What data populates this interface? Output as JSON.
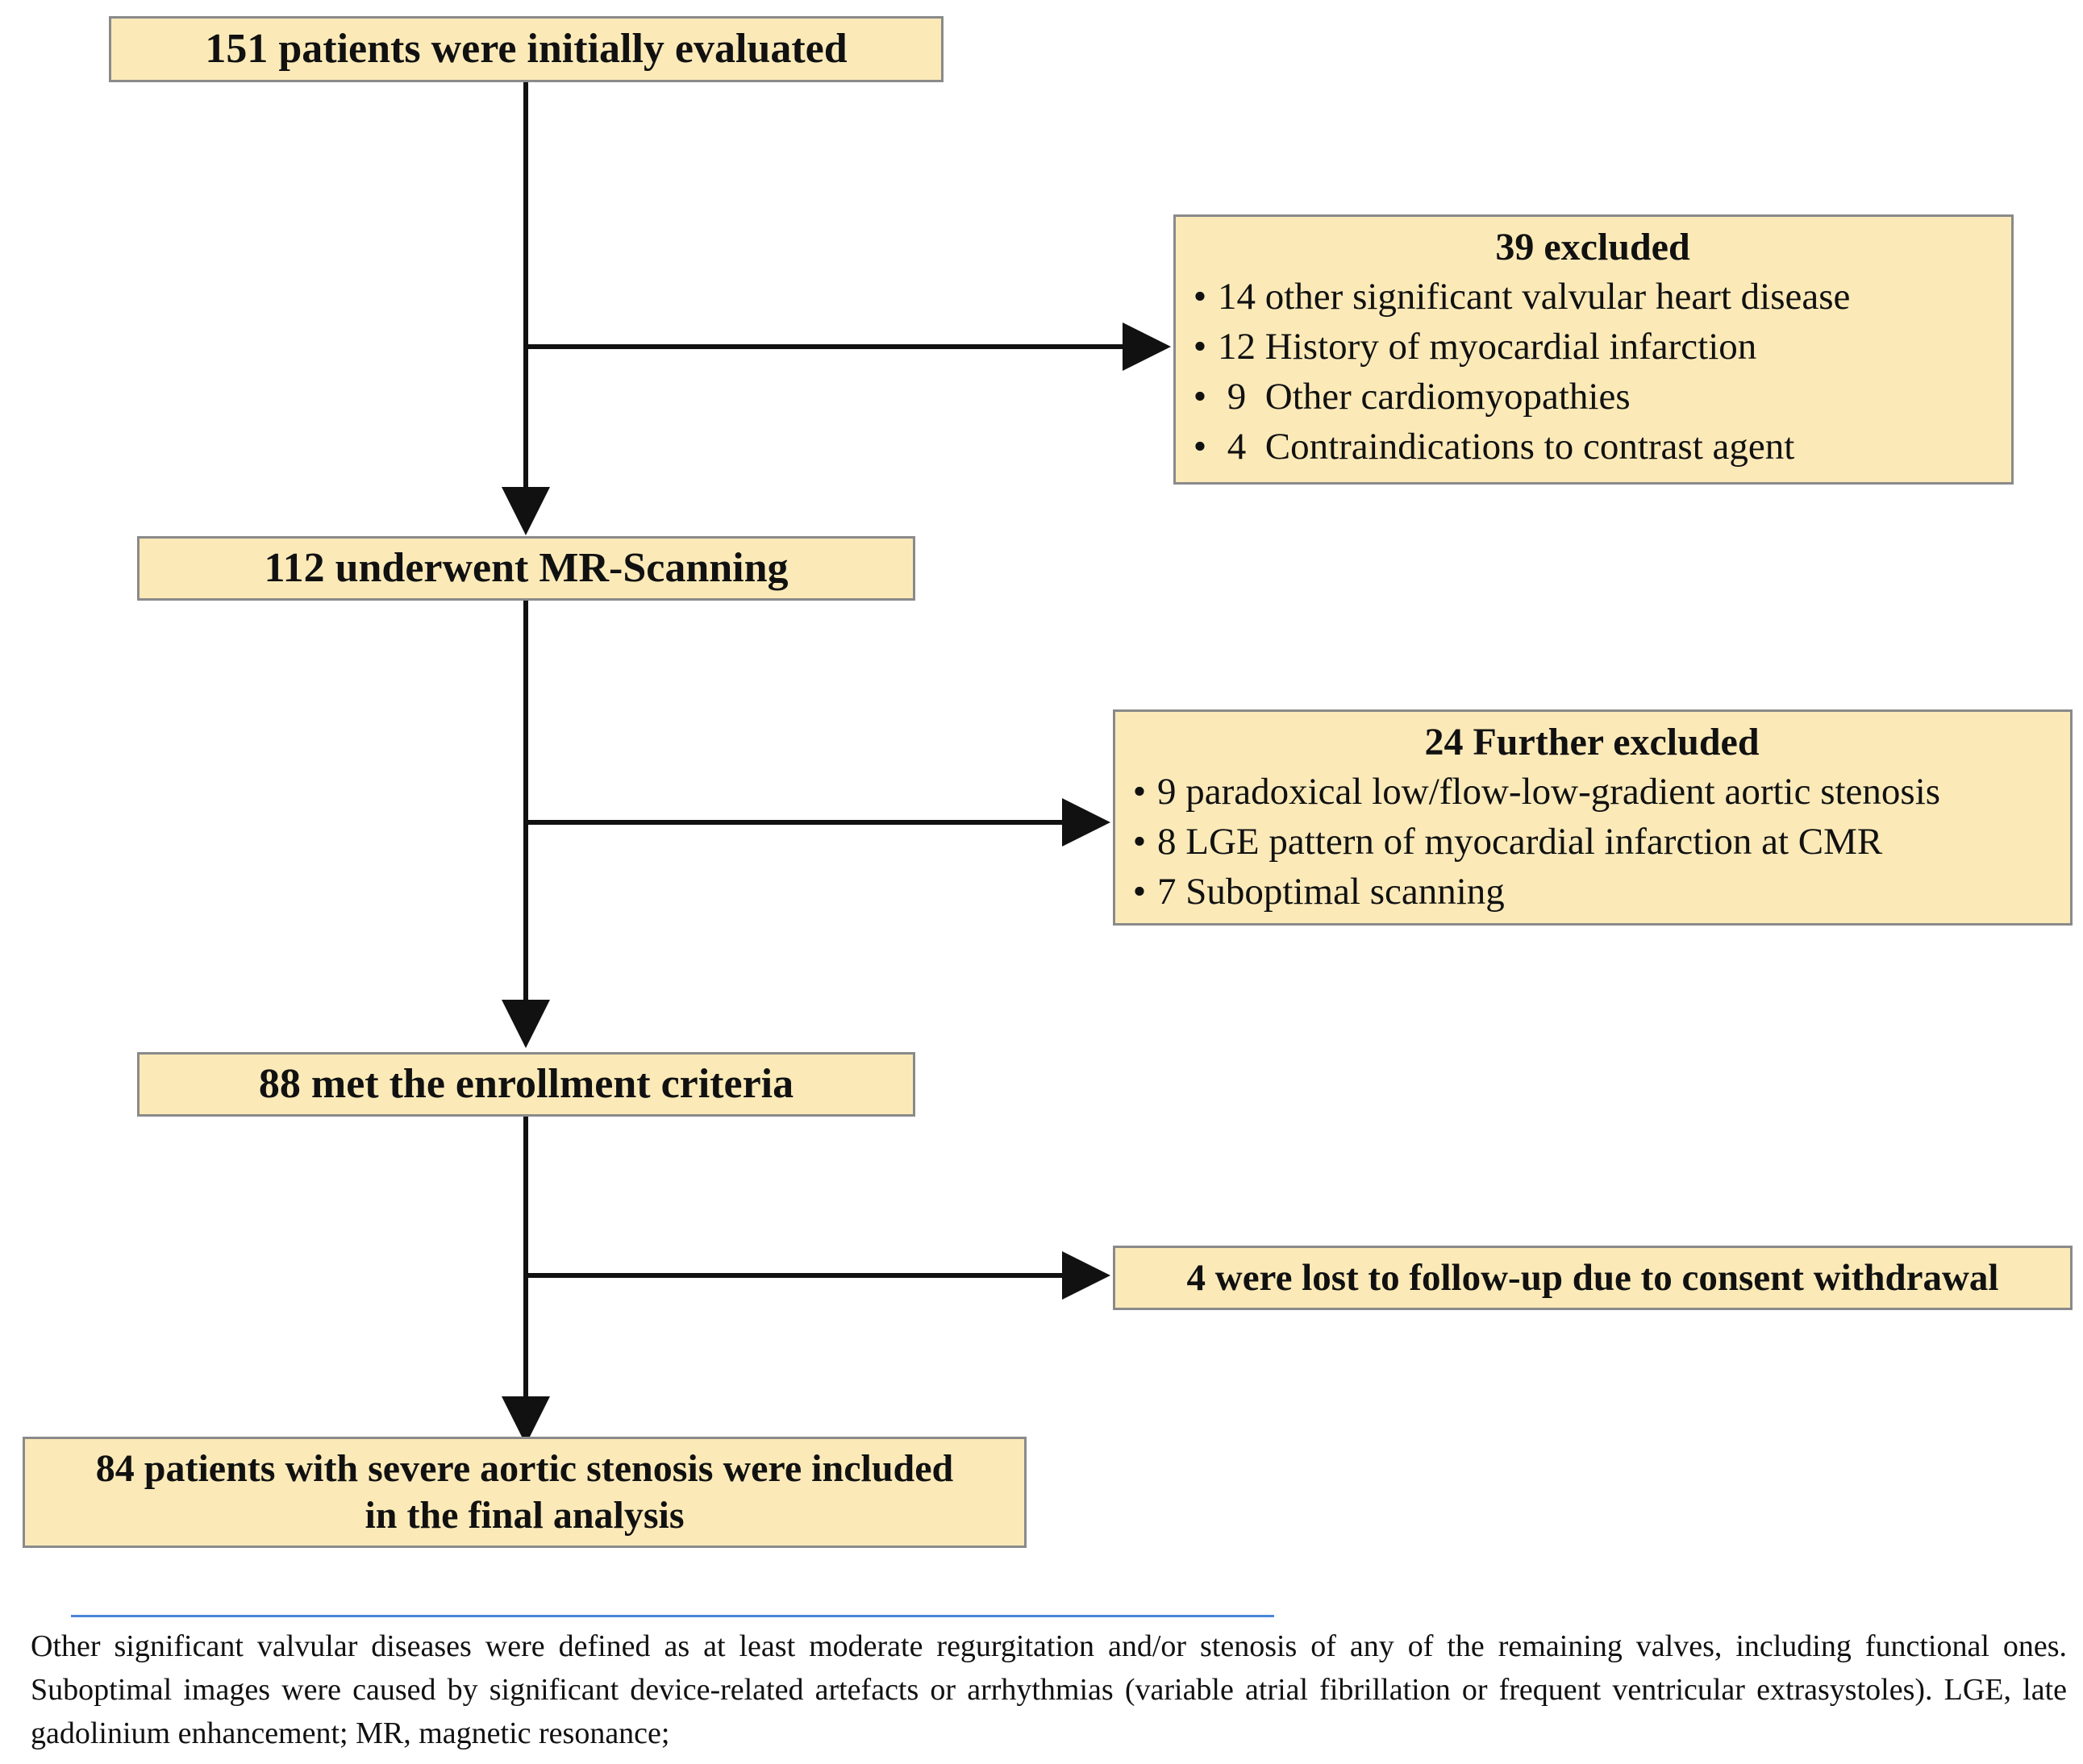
{
  "flow": {
    "box1": "151 patients were initially evaluated",
    "box2": "112 underwent MR-Scanning",
    "box3": "88 met the enrollment criteria",
    "box4_line1": "84 patients with severe aortic stenosis were included",
    "box4_line2": "in the final analysis"
  },
  "exclusions": {
    "first": {
      "title": "39 excluded",
      "items": [
        "14 other significant valvular heart disease",
        "12 History of myocardial infarction",
        " 9  Other cardiomyopathies",
        " 4  Contraindications to contrast agent"
      ]
    },
    "second": {
      "title": "24 Further excluded",
      "items": [
        "9 paradoxical low/flow-low-gradient aortic stenosis",
        "8 LGE pattern of myocardial infarction at CMR",
        "7 Suboptimal scanning"
      ]
    },
    "third": {
      "title": "4 were lost to follow-up due to consent withdrawal"
    }
  },
  "bullet_symbol": "•",
  "footnote": "Other significant valvular diseases were defined as at least moderate regurgitation and/or stenosis of any of the remaining valves, including functional ones. Suboptimal images were caused by significant device-related artefacts or arrhythmias (variable atrial fibrillation or frequent ventricular extrasystoles). LGE, late gadolinium enhancement; MR, magnetic resonance;",
  "colors": {
    "box_fill": "#fbeab8",
    "box_border": "#8a8a8a",
    "arrow": "#111111",
    "divider": "#4a86d8"
  }
}
